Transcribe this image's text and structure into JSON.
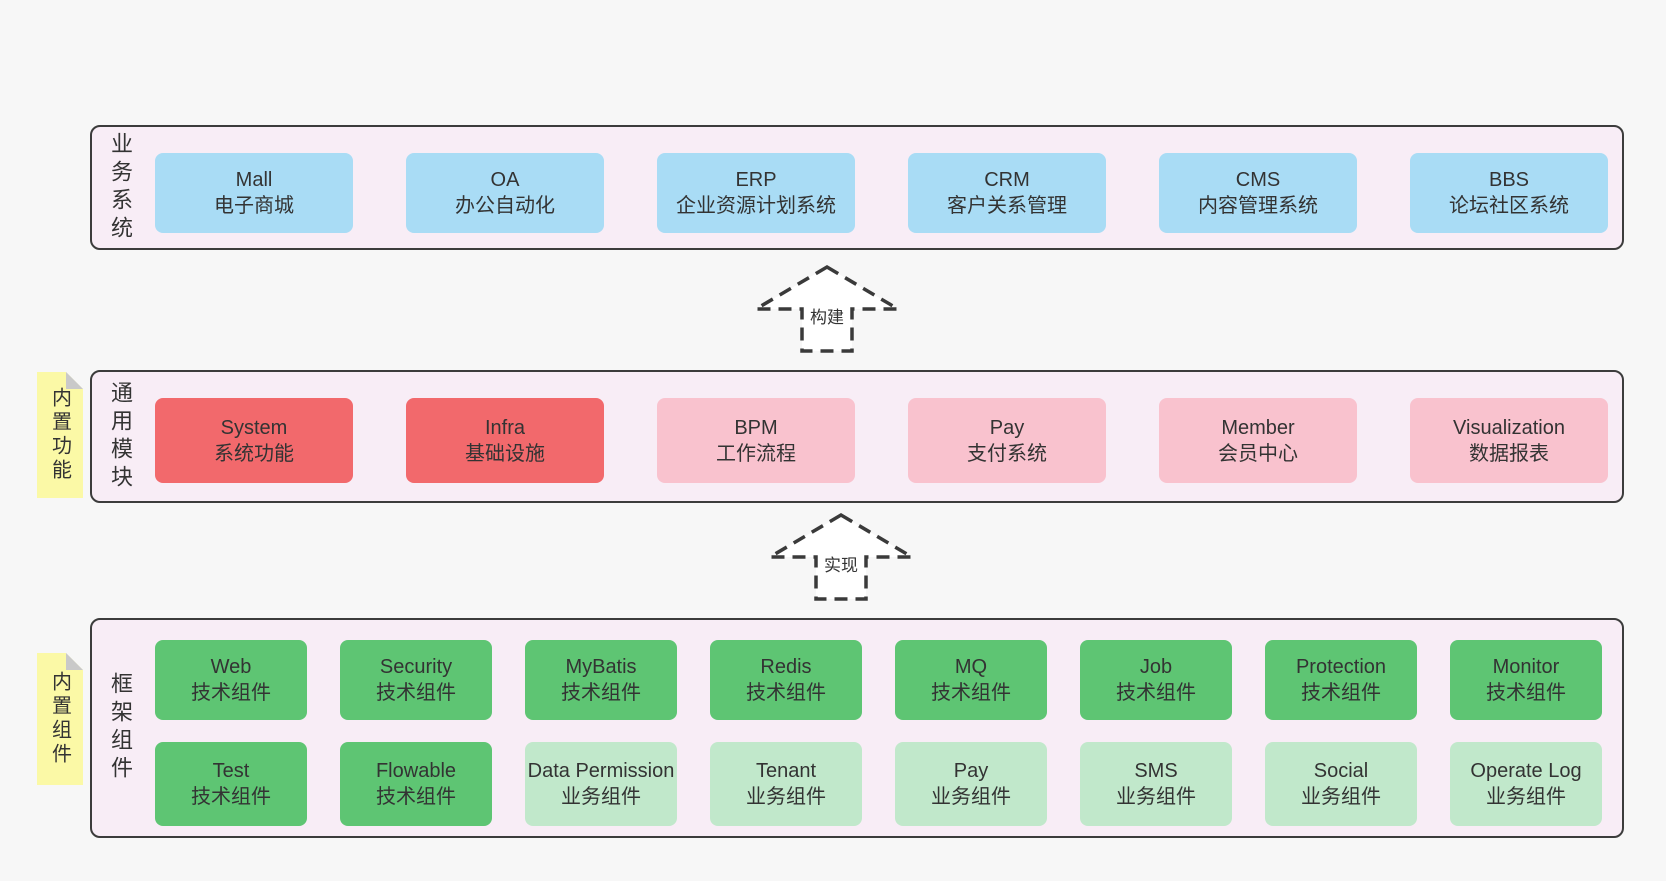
{
  "page": {
    "background": "#f7f7f7"
  },
  "colors": {
    "panel_fill": "#f8edf6",
    "panel_border": "#3c3c3c",
    "blue_box": "#a9dcf5",
    "red_box": "#f2696c",
    "pink_box": "#f9c2ce",
    "green_box": "#5ec573",
    "light_green_box": "#c1e8cb",
    "sticky_note": "#fbf9a6",
    "sticky_fold": "#c9c9c9",
    "text": "#333333"
  },
  "arrows": [
    {
      "label": "构建"
    },
    {
      "label": "实现"
    }
  ],
  "sections": [
    {
      "id": "business-systems",
      "label": "业务系统",
      "boxes": [
        {
          "title": "Mall",
          "subtitle": "电子商城",
          "variant": "blue"
        },
        {
          "title": "OA",
          "subtitle": "办公自动化",
          "variant": "blue"
        },
        {
          "title": "ERP",
          "subtitle": "企业资源计划系统",
          "variant": "blue"
        },
        {
          "title": "CRM",
          "subtitle": "客户关系管理",
          "variant": "blue"
        },
        {
          "title": "CMS",
          "subtitle": "内容管理系统",
          "variant": "blue"
        },
        {
          "title": "BBS",
          "subtitle": "论坛社区系统",
          "variant": "blue"
        }
      ]
    },
    {
      "id": "common-modules",
      "label": "通用模块",
      "side_note": "内置功能",
      "boxes": [
        {
          "title": "System",
          "subtitle": "系统功能",
          "variant": "red"
        },
        {
          "title": "Infra",
          "subtitle": "基础设施",
          "variant": "red"
        },
        {
          "title": "BPM",
          "subtitle": "工作流程",
          "variant": "pink"
        },
        {
          "title": "Pay",
          "subtitle": "支付系统",
          "variant": "pink"
        },
        {
          "title": "Member",
          "subtitle": "会员中心",
          "variant": "pink"
        },
        {
          "title": "Visualization",
          "subtitle": "数据报表",
          "variant": "pink"
        }
      ]
    },
    {
      "id": "framework-components",
      "label": "框架组件",
      "side_note": "内置组件",
      "rows": [
        [
          {
            "title": "Web",
            "subtitle": "技术组件",
            "variant": "green"
          },
          {
            "title": "Security",
            "subtitle": "技术组件",
            "variant": "green"
          },
          {
            "title": "MyBatis",
            "subtitle": "技术组件",
            "variant": "green"
          },
          {
            "title": "Redis",
            "subtitle": "技术组件",
            "variant": "green"
          },
          {
            "title": "MQ",
            "subtitle": "技术组件",
            "variant": "green"
          },
          {
            "title": "Job",
            "subtitle": "技术组件",
            "variant": "green"
          },
          {
            "title": "Protection",
            "subtitle": "技术组件",
            "variant": "green"
          },
          {
            "title": "Monitor",
            "subtitle": "技术组件",
            "variant": "green"
          }
        ],
        [
          {
            "title": "Test",
            "subtitle": "技术组件",
            "variant": "green"
          },
          {
            "title": "Flowable",
            "subtitle": "技术组件",
            "variant": "green"
          },
          {
            "title": "Data Permission",
            "subtitle": "业务组件",
            "variant": "green-light"
          },
          {
            "title": "Tenant",
            "subtitle": "业务组件",
            "variant": "green-light"
          },
          {
            "title": "Pay",
            "subtitle": "业务组件",
            "variant": "green-light"
          },
          {
            "title": "SMS",
            "subtitle": "业务组件",
            "variant": "green-light"
          },
          {
            "title": "Social",
            "subtitle": "业务组件",
            "variant": "green-light"
          },
          {
            "title": "Operate Log",
            "subtitle": "业务组件",
            "variant": "green-light"
          }
        ]
      ]
    }
  ]
}
